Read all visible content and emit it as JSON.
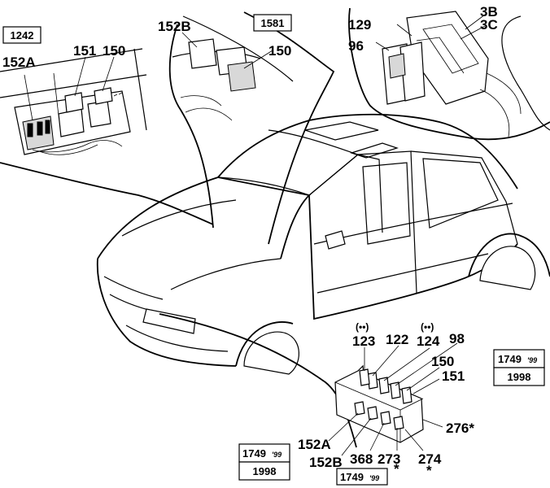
{
  "ref_boxes": {
    "top_left": "1242",
    "top_center": "1581",
    "right_main": "1749",
    "right_suffix": "'99",
    "right_year": "1998",
    "bottom_left_main": "1749",
    "bottom_left_suffix": "'99",
    "bottom_left_year": "1998",
    "bottom_center_main": "1749",
    "bottom_center_suffix": "'99"
  },
  "callouts": {
    "left_152a": "152A",
    "left_151": "151",
    "left_150": "150",
    "center_152b": "152B",
    "center_150": "150",
    "right_129": "129",
    "right_96": "96",
    "right_3b": "3B",
    "right_3c": "3C",
    "fb_123": "123",
    "fb_123_mark": "(••)",
    "fb_122": "122",
    "fb_124": "124",
    "fb_124_mark": "(••)",
    "fb_98": "98",
    "fb_150": "150",
    "fb_151": "151",
    "fb_276": "276*",
    "fb_152a": "152A",
    "fb_152b": "152B",
    "fb_368": "368",
    "fb_273": "273",
    "fb_273_star": "*",
    "fb_274": "274",
    "fb_274_star": "*"
  }
}
